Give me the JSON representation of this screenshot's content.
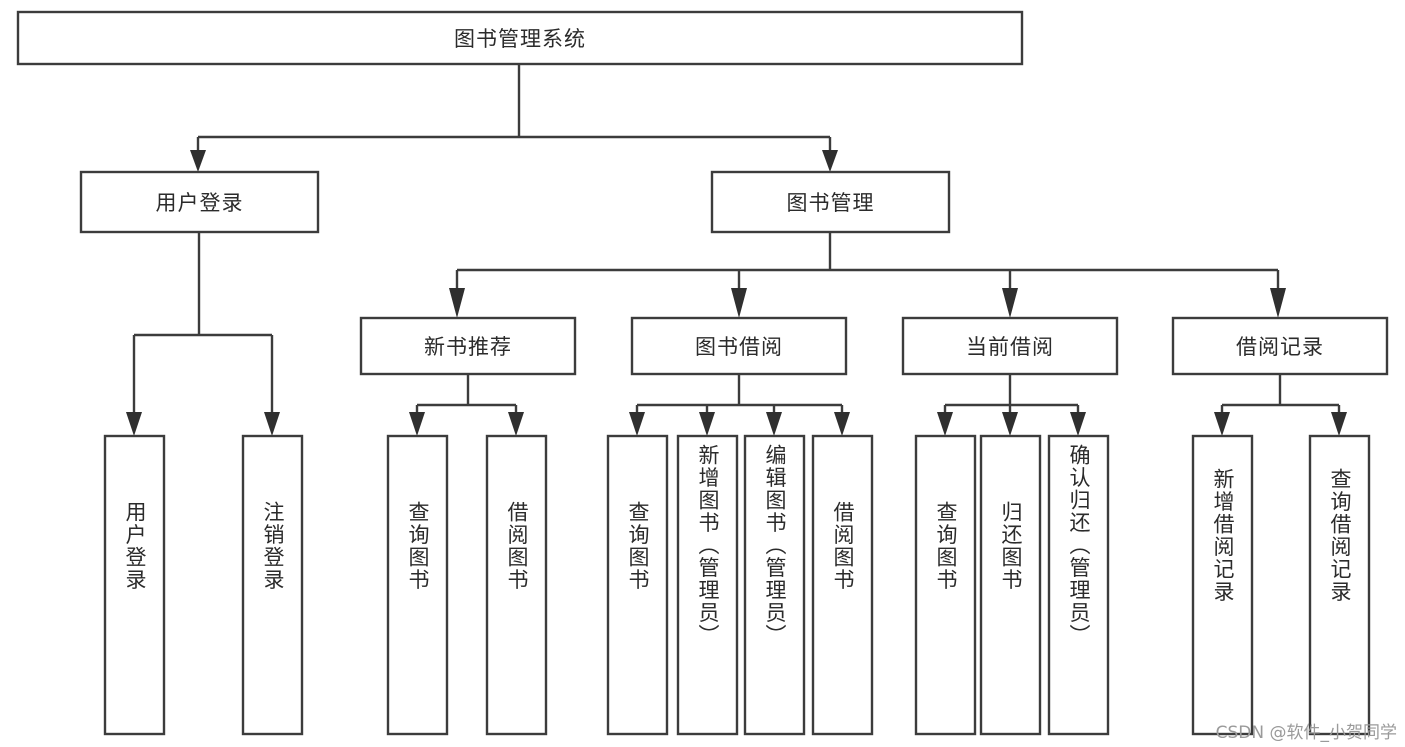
{
  "diagram": {
    "title": "图书管理系统",
    "type": "hierarchy-tree",
    "watermark": "CSDN @软件_小贺同学",
    "colors": {
      "background": "#ffffff",
      "box_stroke": "#3c3c3c",
      "box_fill": "#ffffff",
      "text": "#2b2b2b",
      "watermark": "#9a9a9a"
    },
    "root": {
      "label": "图书管理系统",
      "orientation": "horizontal"
    },
    "level2": [
      {
        "label": "用户登录",
        "orientation": "horizontal"
      },
      {
        "label": "图书管理",
        "orientation": "horizontal"
      }
    ],
    "level3": [
      {
        "label": "新书推荐",
        "orientation": "horizontal",
        "parent": "图书管理"
      },
      {
        "label": "图书借阅",
        "orientation": "horizontal",
        "parent": "图书管理"
      },
      {
        "label": "当前借阅",
        "orientation": "horizontal",
        "parent": "图书管理"
      },
      {
        "label": "借阅记录",
        "orientation": "horizontal",
        "parent": "图书管理"
      }
    ],
    "leaves": {
      "user_login": [
        {
          "label": "用户登录",
          "orientation": "vertical"
        },
        {
          "label": "注销登录",
          "orientation": "vertical"
        }
      ],
      "new_book_recommend": [
        {
          "label": "查询图书",
          "orientation": "vertical"
        },
        {
          "label": "借阅图书",
          "orientation": "vertical"
        }
      ],
      "book_borrow": [
        {
          "label": "查询图书",
          "orientation": "vertical"
        },
        {
          "label": "新增图书（管理员）",
          "orientation": "vertical"
        },
        {
          "label": "编辑图书（管理员）",
          "orientation": "vertical"
        },
        {
          "label": "借阅图书",
          "orientation": "vertical"
        }
      ],
      "current_borrow": [
        {
          "label": "查询图书",
          "orientation": "vertical"
        },
        {
          "label": "归还图书",
          "orientation": "vertical"
        },
        {
          "label": "确认归还（管理员）",
          "orientation": "vertical"
        }
      ],
      "borrow_record": [
        {
          "label": "新增借阅记录",
          "orientation": "vertical"
        },
        {
          "label": "查询借阅记录",
          "orientation": "vertical"
        }
      ]
    }
  }
}
